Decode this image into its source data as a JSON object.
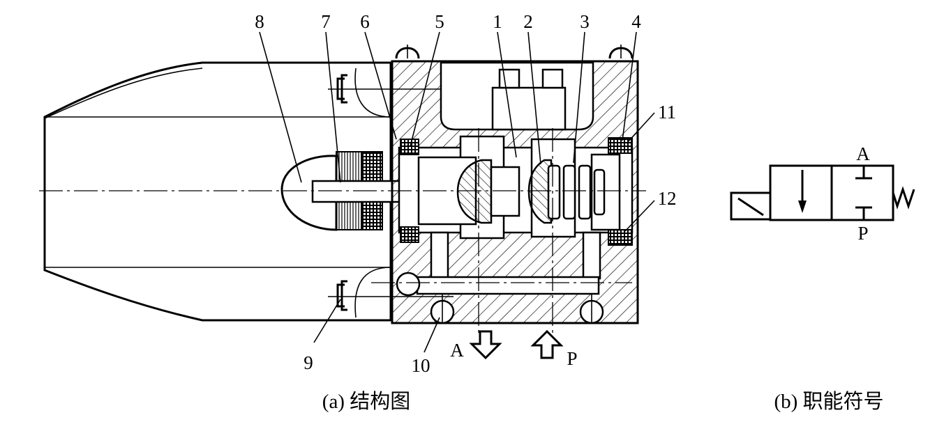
{
  "figure_a": {
    "caption": "(a) 结构图",
    "part_numbers": [
      "1",
      "2",
      "3",
      "4",
      "5",
      "6",
      "7",
      "8",
      "9",
      "10",
      "11",
      "12"
    ],
    "ports": {
      "outlet": "A",
      "inlet": "P"
    }
  },
  "figure_b": {
    "caption": "(b) 职能符号",
    "ports": {
      "top": "A",
      "bottom": "P"
    }
  }
}
